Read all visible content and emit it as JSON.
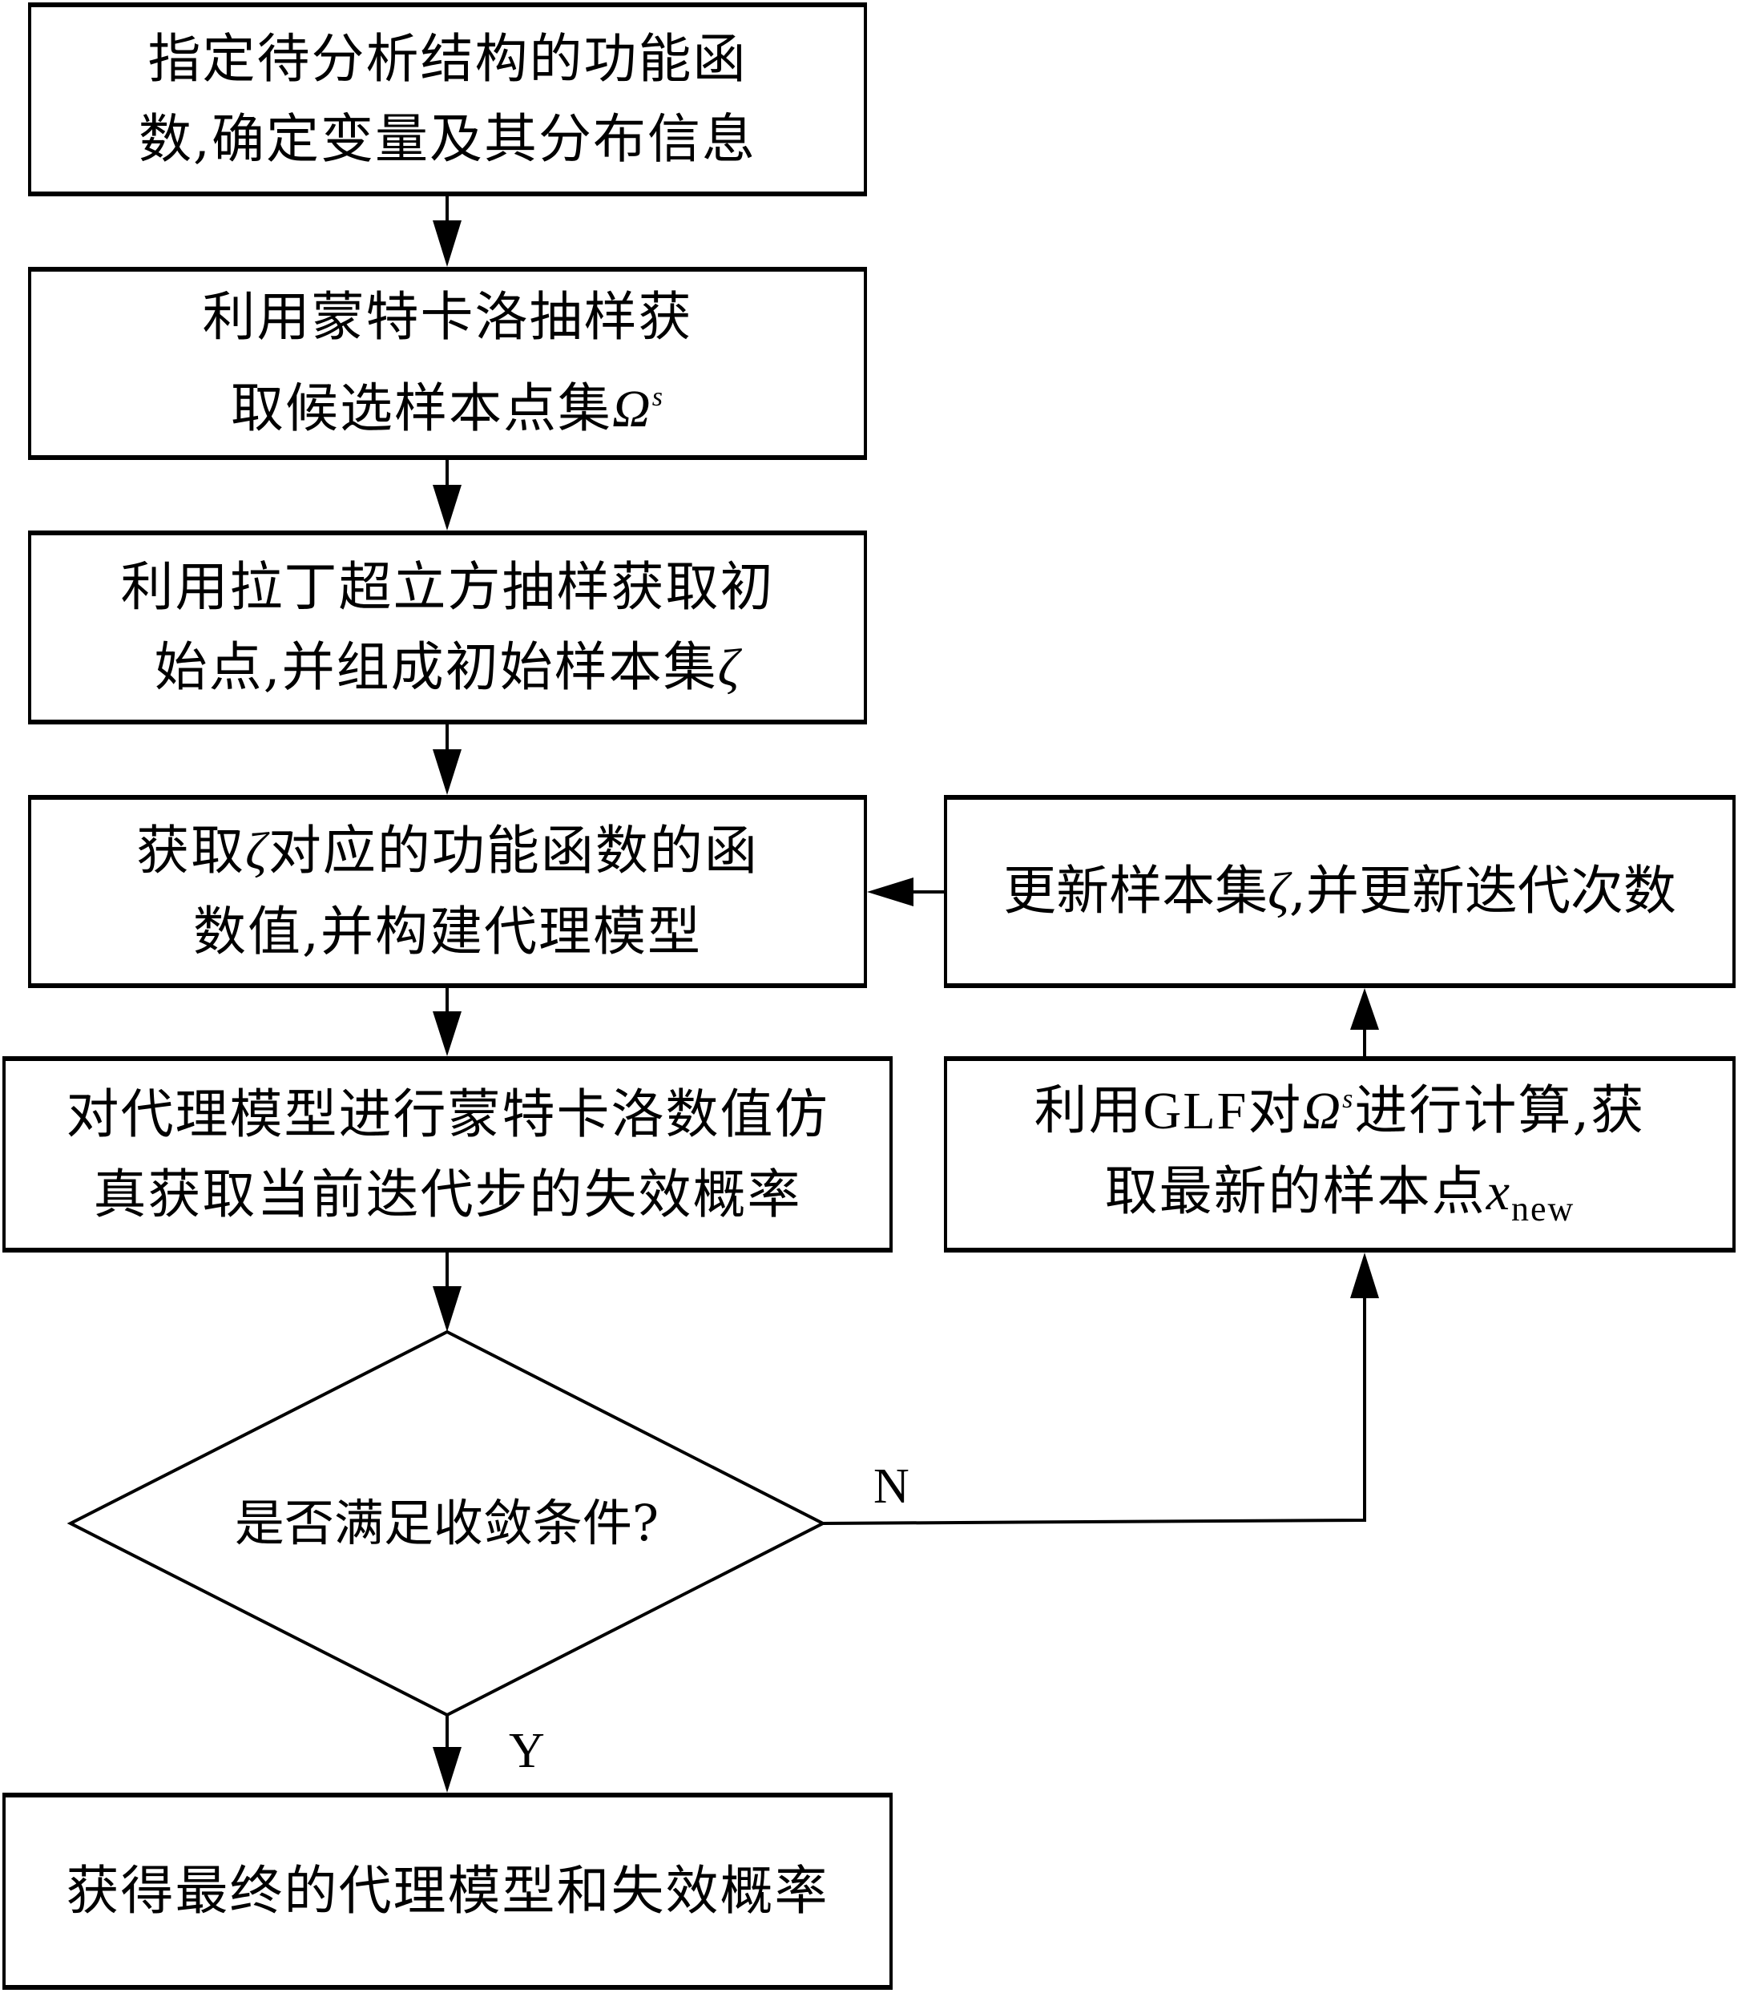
{
  "flowchart": {
    "steps": {
      "define": {
        "line1": "指定待分析结构的功能函",
        "line2": "数,确定变量及其分布信息"
      },
      "mc_candidates": {
        "line1": "利用蒙特卡洛抽样获",
        "line2_text": "取候选样本点集",
        "line2_symbol": "Ω",
        "line2_sup": "s"
      },
      "lhs_initial": {
        "line1": "利用拉丁超立方抽样获取初",
        "line2_text": "始点,并组成初始样本集",
        "line2_symbol": "ζ"
      },
      "build_surrogate": {
        "line1_pre": "获取",
        "line1_symbol": "ζ",
        "line1_post": "对应的功能函数的函",
        "line2": "数值,并构建代理模型"
      },
      "mc_simulation": {
        "line1": "对代理模型进行蒙特卡洛数值仿",
        "line2": "真获取当前迭代步的失效概率"
      },
      "convergence_check": {
        "text": "是否满足收敛条件?",
        "yes_label": "Y",
        "no_label": "N"
      },
      "final": {
        "text": "获得最终的代理模型和失效概率"
      },
      "glf_select": {
        "line1_pre": "利用",
        "line1_latin": "GLF",
        "line1_mid": "对",
        "line1_symbol": "Ω",
        "line1_sup": "s",
        "line1_post": "进行计算,获",
        "line2_text": "取最新的样本点",
        "line2_symbol": "x",
        "line2_sub": "new"
      },
      "update_set": {
        "text_pre": "更新样本集",
        "text_symbol": "ζ",
        "text_post": ",并更新迭代次数"
      }
    },
    "colors": {
      "stroke": "#000000",
      "background": "#ffffff"
    }
  }
}
